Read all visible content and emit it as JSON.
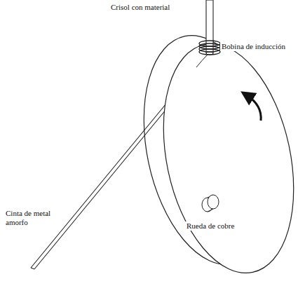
{
  "diagram": {
    "labels": [
      "Crisol con material",
      "Bobina de inducción",
      "Cinta de metal amorfo",
      "Rueda de cobre"
    ]
  }
}
